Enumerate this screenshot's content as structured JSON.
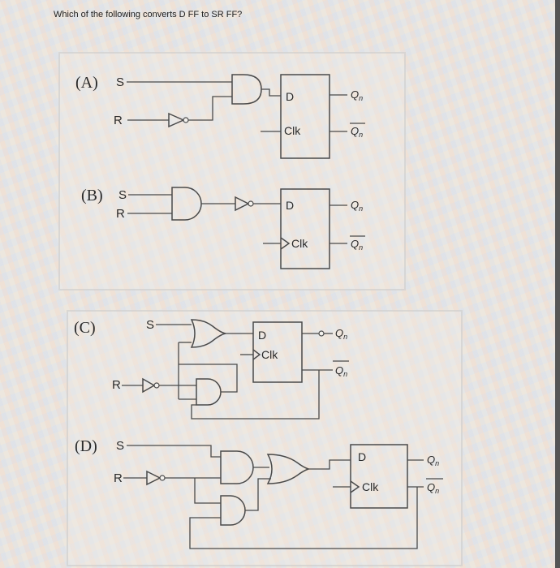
{
  "question": "Which of the following converts D FF to SR FF?",
  "options": [
    {
      "label": "(A)",
      "inputs": [
        "S",
        "R"
      ]
    },
    {
      "label": "(B)",
      "inputs": [
        "S",
        "R"
      ]
    },
    {
      "label": "(C)",
      "inputs": [
        "S",
        "R"
      ]
    },
    {
      "label": "(D)",
      "inputs": [
        "S",
        "R"
      ]
    }
  ],
  "flipflop": {
    "d_pin": "D",
    "clk_pin": "Clk",
    "q_out": "Q",
    "q_sub": "n"
  }
}
